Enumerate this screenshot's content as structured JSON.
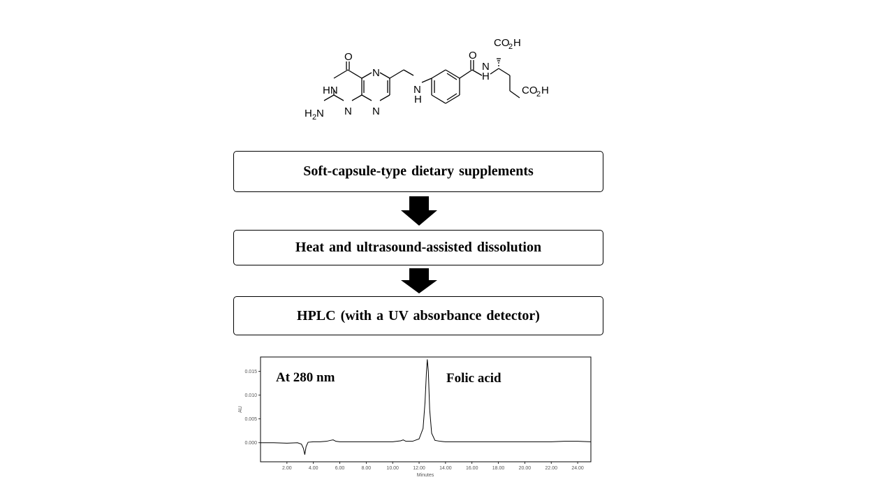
{
  "molecule": {
    "atoms": {
      "o_keto": "O",
      "hn": "HN",
      "n_top": "N",
      "n_bottom_left": "N",
      "n_bottom_right": "N",
      "h2n": "H",
      "h2n_sub": "2",
      "h2n_n": "N",
      "nh_n": "N",
      "nh_h": "H",
      "o_amide": "O",
      "amide_n": "N",
      "amide_h": "H",
      "co2h_top_c": "CO",
      "co2h_top_sub": "2",
      "co2h_top_h": "H",
      "co2h_bottom_c": "CO",
      "co2h_bottom_sub": "2",
      "co2h_bottom_h": "H"
    }
  },
  "steps": [
    {
      "label": "Soft-capsule-type dietary supplements"
    },
    {
      "label": "Heat and ultrasound-assisted dissolution"
    },
    {
      "label": "HPLC (with a UV absorbance detector)"
    }
  ],
  "colors": {
    "arrow": "#000000",
    "trace": "#000000",
    "frame": "#000000"
  },
  "chart_data": {
    "type": "line",
    "title": "",
    "xlabel": "Minutes",
    "ylabel": "AU",
    "xlim": [
      0,
      25.0
    ],
    "ylim": [
      -0.004,
      0.018
    ],
    "x_ticks": [
      "2.00",
      "4.00",
      "6.00",
      "8.00",
      "10.00",
      "12.00",
      "14.00",
      "16.00",
      "18.00",
      "20.00",
      "22.00",
      "24.00"
    ],
    "x_tick_values": [
      2,
      4,
      6,
      8,
      10,
      12,
      14,
      16,
      18,
      20,
      22,
      24
    ],
    "y_ticks": [
      "0.000",
      "0.005",
      "0.010",
      "0.015"
    ],
    "y_tick_values": [
      0.0,
      0.005,
      0.01,
      0.015
    ],
    "grid": false,
    "annotations": [
      {
        "text": "At 280 nm"
      },
      {
        "text": "Folic acid"
      }
    ],
    "series": [
      {
        "x": [
          0,
          1.0,
          2.0,
          2.8,
          3.1,
          3.25,
          3.35,
          3.45,
          3.6,
          4.0,
          4.5,
          5.0,
          5.3,
          5.5,
          5.7,
          6.0,
          7.0,
          8.0,
          9.0,
          10.0,
          10.6,
          10.8,
          11.0,
          11.5,
          12.0,
          12.3,
          12.45,
          12.55,
          12.62,
          12.7,
          12.8,
          12.95,
          13.2,
          13.6,
          14.0,
          15.0,
          16.0,
          17.0,
          18.0,
          19.0,
          20.0,
          21.0,
          22.0,
          23.0,
          24.0,
          25.0
        ],
        "y": [
          0.0,
          0.0,
          -0.0001,
          0.0,
          -0.0003,
          -0.0012,
          -0.0025,
          -0.0008,
          0.0001,
          0.0002,
          0.0002,
          0.0003,
          0.0005,
          0.0006,
          0.0003,
          0.0002,
          0.0002,
          0.0002,
          0.0002,
          0.0002,
          0.0004,
          0.0006,
          0.0003,
          0.0003,
          0.0008,
          0.003,
          0.0085,
          0.0145,
          0.0175,
          0.015,
          0.007,
          0.002,
          0.0005,
          0.0003,
          0.0002,
          0.0002,
          0.0002,
          0.0002,
          0.0002,
          0.0002,
          0.0002,
          0.0002,
          0.0002,
          0.0003,
          0.0003,
          0.0002
        ]
      }
    ]
  }
}
